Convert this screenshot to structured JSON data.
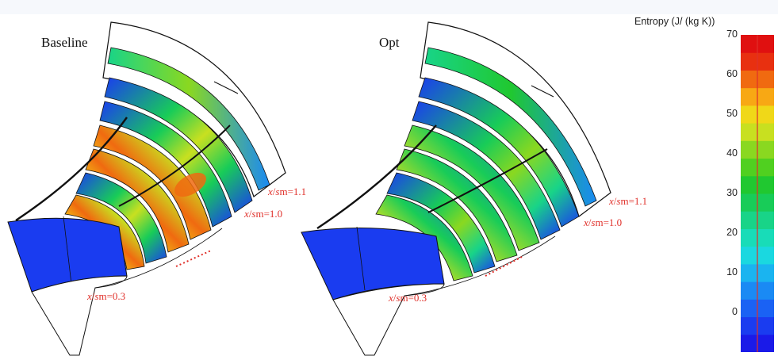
{
  "panels": [
    {
      "title": "Baseline",
      "stations": {
        "outlet": "=1.1",
        "mid": "=1.0",
        "inlet": "=0.3"
      }
    },
    {
      "title": "Opt",
      "stations": {
        "outlet": "=1.1",
        "mid": "=1.0",
        "inlet": "=0.3"
      }
    }
  ],
  "station_symbol": {
    "x": "x",
    "s": "s",
    "sub": "m",
    "sep": "/"
  },
  "colorbar": {
    "title": "Entropy (J/ (kg K))",
    "min": -10,
    "max": 70,
    "ticks": [
      "70",
      "60",
      "50",
      "40",
      "30",
      "20",
      "10",
      "0"
    ],
    "colors": [
      "#1a1ae8",
      "#1a3cf0",
      "#1a62f4",
      "#1a8af4",
      "#1ab4f0",
      "#1ad8e0",
      "#18dcb8",
      "#18d488",
      "#18cc58",
      "#20c830",
      "#50d020",
      "#8ad820",
      "#c8e020",
      "#f0d818",
      "#f8a814",
      "#f06a10",
      "#e83010",
      "#e01010"
    ],
    "accent_line": "#e0302a"
  }
}
